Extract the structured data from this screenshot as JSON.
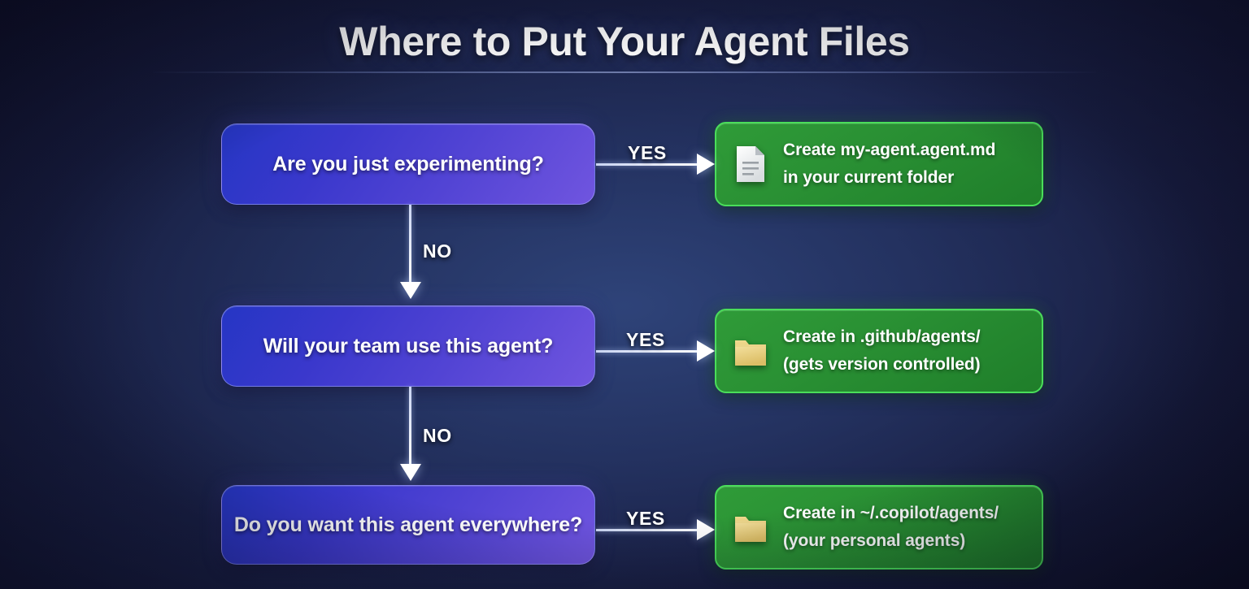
{
  "header": {
    "title": "Where to Put Your Agent Files"
  },
  "colors": {
    "background_dark": "#12132f",
    "background_center": "#30467d",
    "decision_blue_start": "#2536c4",
    "decision_purple_end": "#7055df",
    "outcome_green_start": "#2f9b38",
    "outcome_green_end": "#1f7e2a",
    "outcome_border": "#4ade5a",
    "arrow_white": "#ffffff",
    "folder_icon": "#e8cf80",
    "document_icon": "#f2f2f2"
  },
  "flow": {
    "decisions": [
      {
        "id": "experimenting",
        "label": "Are you just experimenting?"
      },
      {
        "id": "team-use",
        "label": "Will your team use this agent?"
      },
      {
        "id": "everywhere",
        "label": "Do you want this agent everywhere?"
      }
    ],
    "outcomes": [
      {
        "id": "current-folder",
        "icon": "document-icon",
        "lines": [
          "Create my-agent.agent.md",
          "in your current folder"
        ]
      },
      {
        "id": "github-agents",
        "icon": "folder-icon",
        "lines": [
          "Create in .github/agents/",
          "(gets version controlled)"
        ]
      },
      {
        "id": "copilot-agents",
        "icon": "folder-icon",
        "lines": [
          "Create in ~/.copilot/agents/",
          "(your personal agents)"
        ]
      }
    ],
    "edges": {
      "yes_labels": [
        "YES",
        "YES",
        "YES"
      ],
      "no_labels": [
        "NO",
        "NO"
      ]
    }
  }
}
